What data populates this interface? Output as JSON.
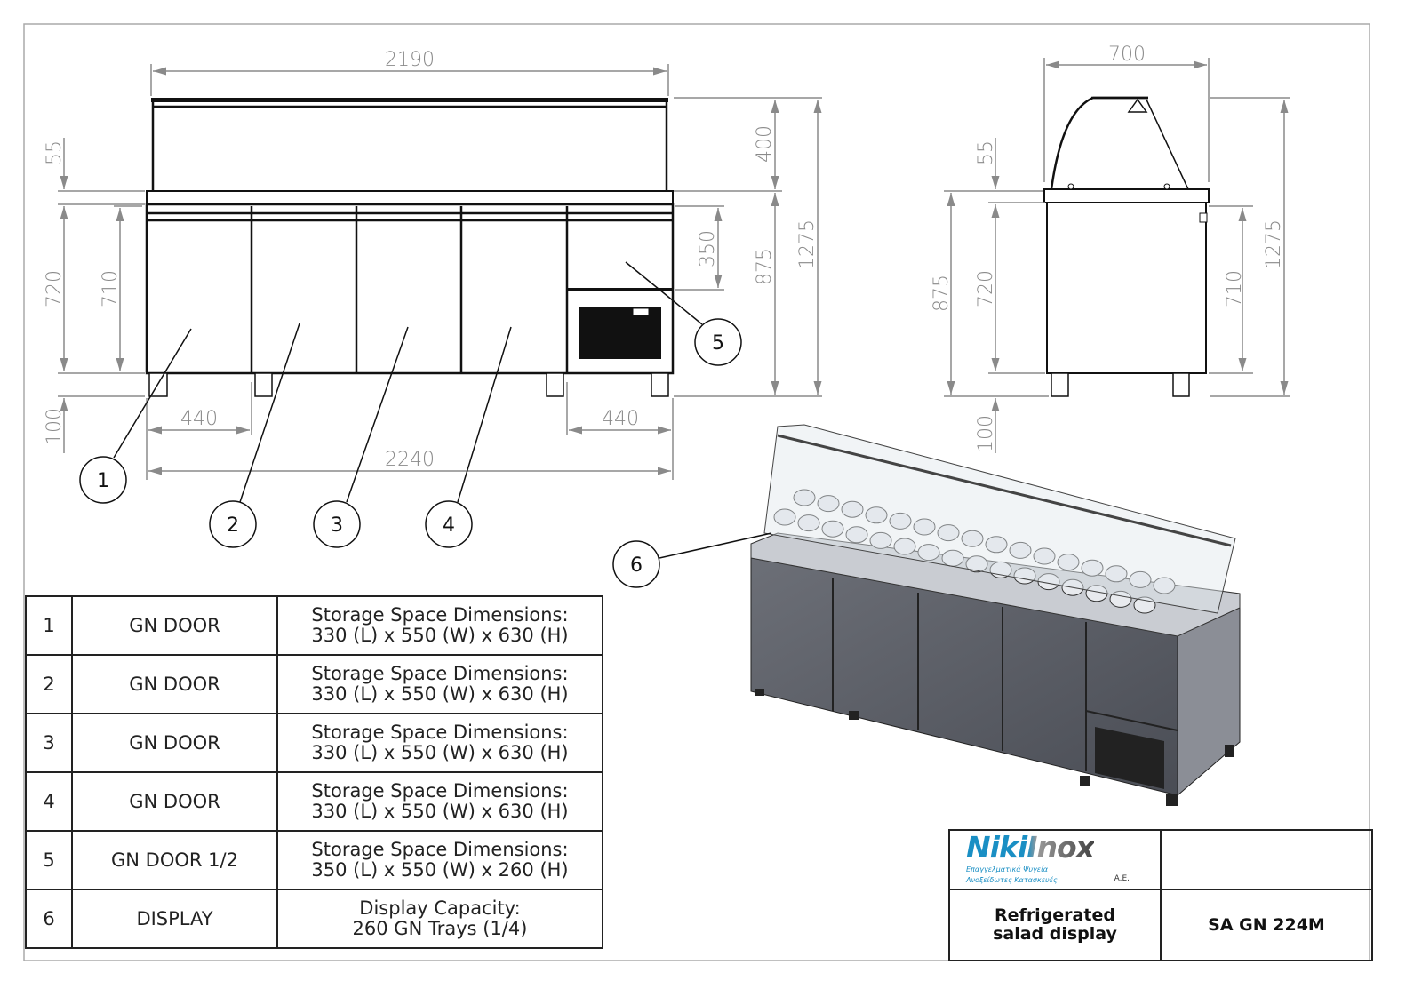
{
  "front_view": {
    "dims": {
      "overall_top": "2190",
      "overall_bottom": "2240",
      "left_door": "440",
      "right_door": "440",
      "counter": "55",
      "body": "720",
      "legs": "100",
      "door": "710",
      "half_door": "350",
      "glass": "400",
      "counter_height": "875",
      "total_height": "1275"
    }
  },
  "side_view": {
    "dims": {
      "depth": "700",
      "counter": "55",
      "counter_height": "875",
      "body": "720",
      "legs": "100",
      "door": "710",
      "total_height": "1275"
    }
  },
  "callouts": [
    "1",
    "2",
    "3",
    "4",
    "5",
    "6"
  ],
  "parts_table": [
    {
      "no": "1",
      "name": "GN DOOR",
      "desc1": "Storage Space Dimensions:",
      "desc2": "330 (L) x 550 (W) x 630 (H)"
    },
    {
      "no": "2",
      "name": "GN DOOR",
      "desc1": "Storage Space Dimensions:",
      "desc2": "330 (L) x 550 (W) x 630 (H)"
    },
    {
      "no": "3",
      "name": "GN DOOR",
      "desc1": "Storage Space Dimensions:",
      "desc2": "330 (L) x 550 (W) x 630 (H)"
    },
    {
      "no": "4",
      "name": "GN DOOR",
      "desc1": "Storage Space Dimensions:",
      "desc2": "330 (L) x 550 (W) x 630 (H)"
    },
    {
      "no": "5",
      "name": "GN DOOR 1/2",
      "desc1": "Storage Space Dimensions:",
      "desc2": "350 (L) x 550 (W) x 260 (H)"
    },
    {
      "no": "6",
      "name": "DISPLAY",
      "desc1": "Display Capacity:",
      "desc2": "260 GN Trays (1/4)"
    }
  ],
  "title_block": {
    "logo_text": "NikiInox",
    "logo_sub1": "Επαγγελματικά Ψυγεία",
    "logo_sub2": "Ανοξείδωτες Κατασκευές",
    "logo_suffix": "A.E.",
    "description_line1": "Refrigerated",
    "description_line2": "salad display",
    "model": "SA GN 224M"
  },
  "colors": {
    "logo_blue": "#1a8fc4",
    "dimension_gray": "#8a8a8a",
    "body_steel": "#5d6068"
  }
}
